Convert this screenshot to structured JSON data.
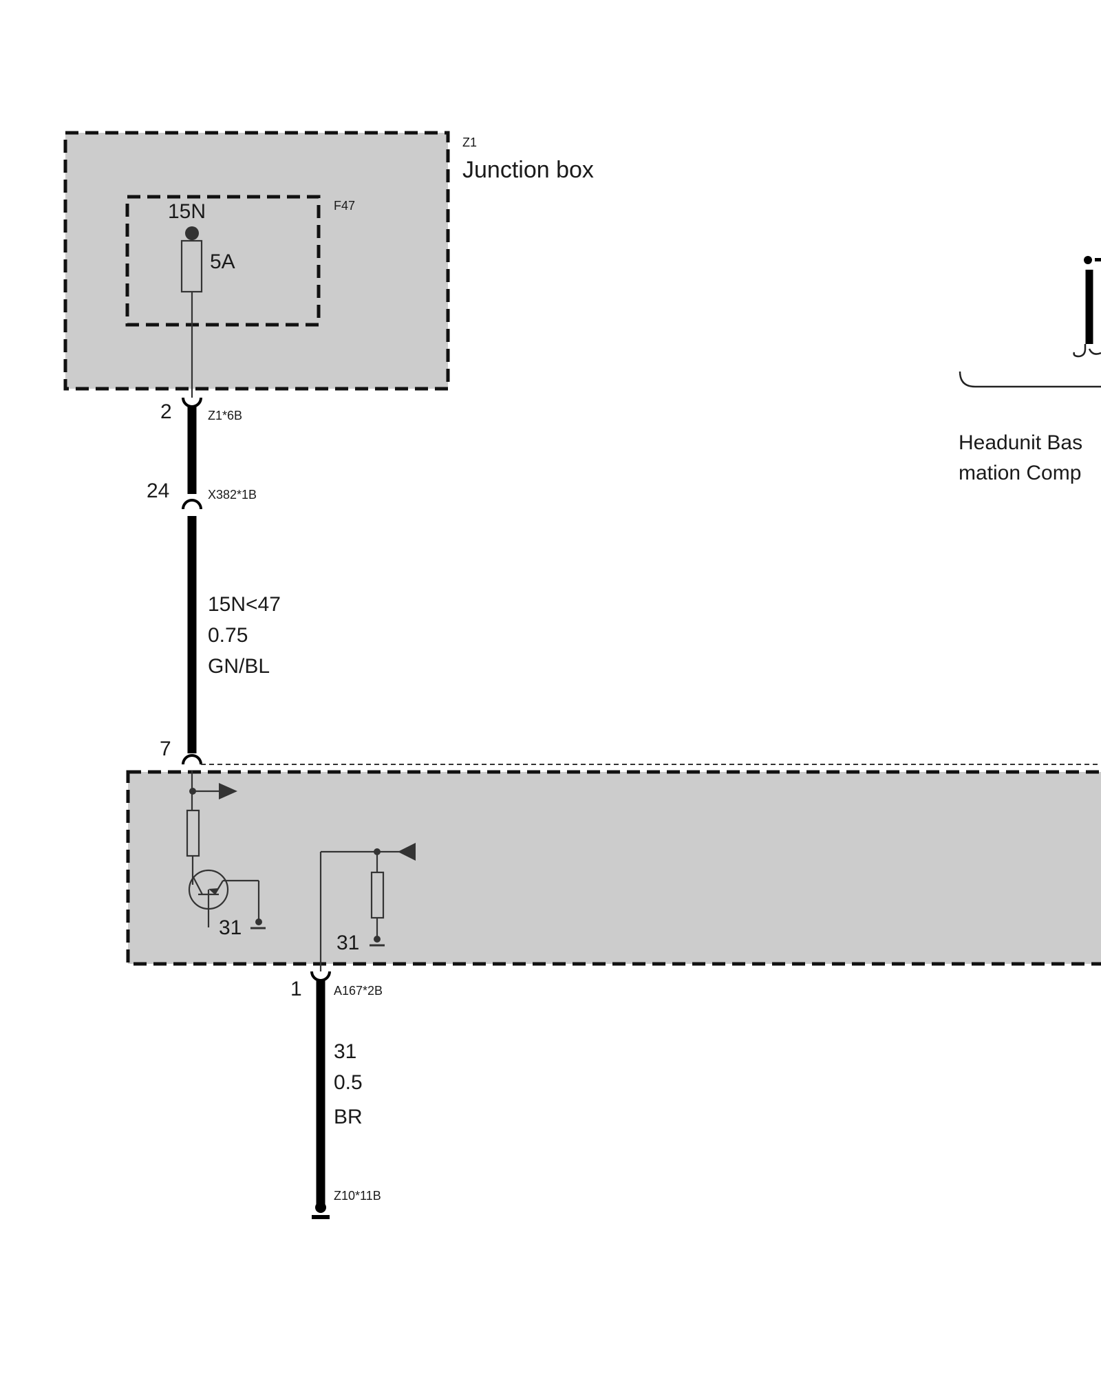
{
  "junction_box": {
    "ref": "Z1",
    "name": "Junction box",
    "fuse": {
      "ref": "F47",
      "terminal": "15N",
      "rating": "5A"
    }
  },
  "connectors": {
    "z1_pin": "2",
    "z1_ref": "Z1*6B",
    "x382_pin": "24",
    "x382_ref": "X382*1B",
    "module_pin": "7",
    "a167_pin": "1",
    "a167_ref": "A167*2B",
    "ground_ref": "Z10*11B"
  },
  "wire_top": {
    "signal": "15N<47",
    "gauge": "0.75",
    "color": "GN/BL"
  },
  "wire_bottom": {
    "signal": "31",
    "gauge": "0.5",
    "color": "BR"
  },
  "module": {
    "ground_left": "31",
    "ground_right": "31"
  },
  "headunit": {
    "label_line1": "Headunit Bas",
    "label_line2": "mation Comp"
  }
}
